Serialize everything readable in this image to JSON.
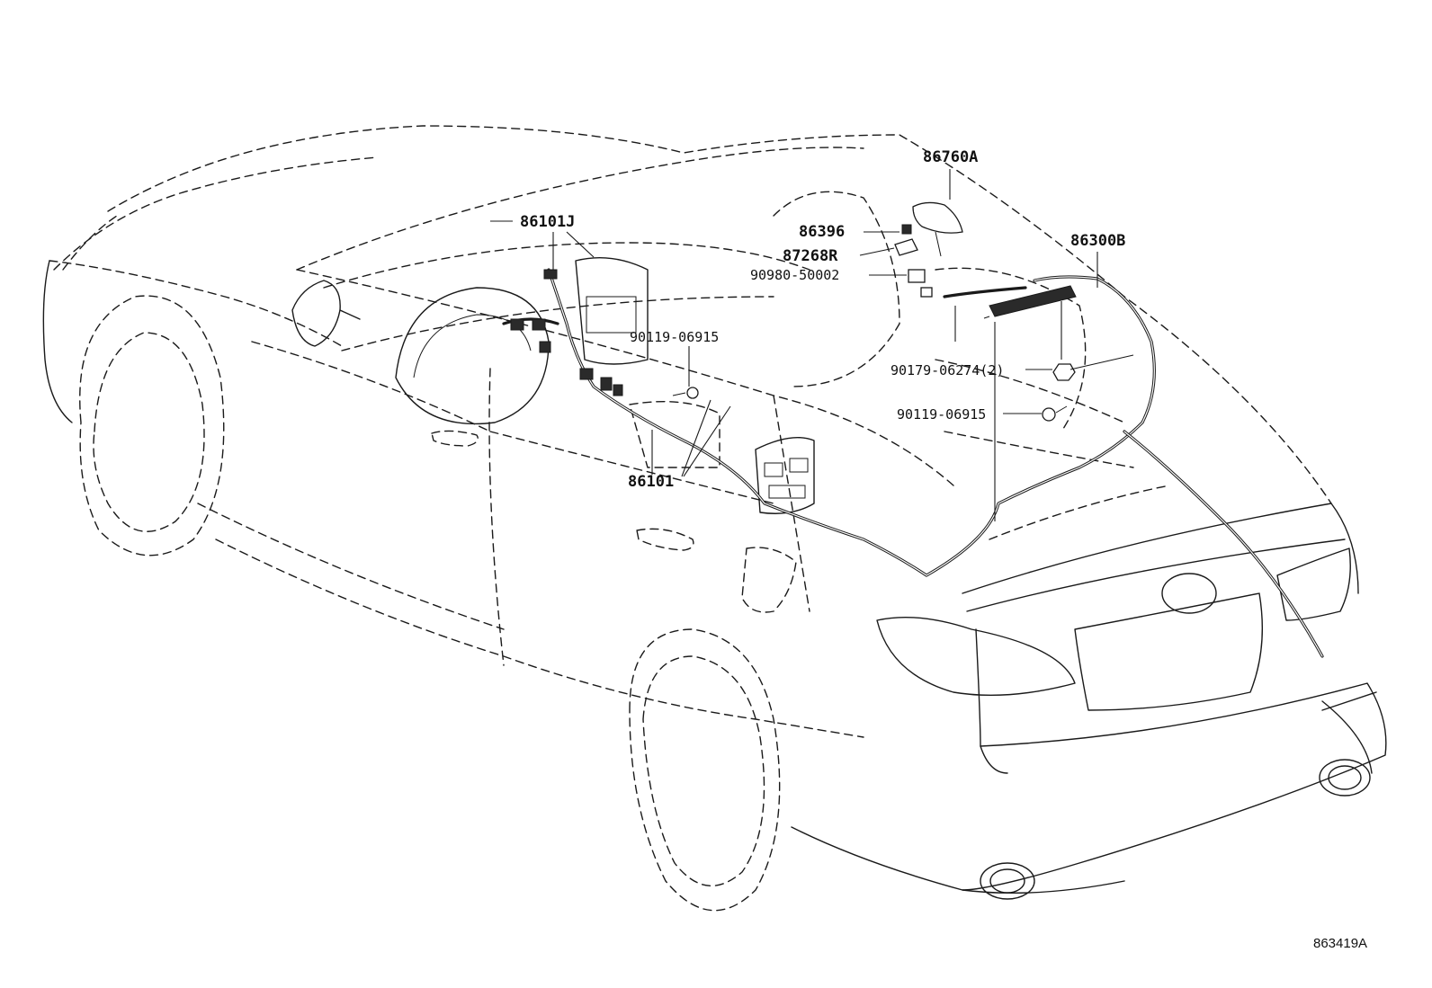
{
  "callouts": {
    "antenna_assy": "86760A",
    "antenna_cord_j": "86101J",
    "part_86396": "86396",
    "part_87268r": "87268R",
    "part_90980": "90980-50002",
    "amplifier_assy": "86300B",
    "bolt_upper": "90119-06915",
    "nut_qty": "90179-06274(2)",
    "bolt_lower": "90119-06915",
    "antenna_cord": "86101"
  },
  "figure_ref": "863419A"
}
